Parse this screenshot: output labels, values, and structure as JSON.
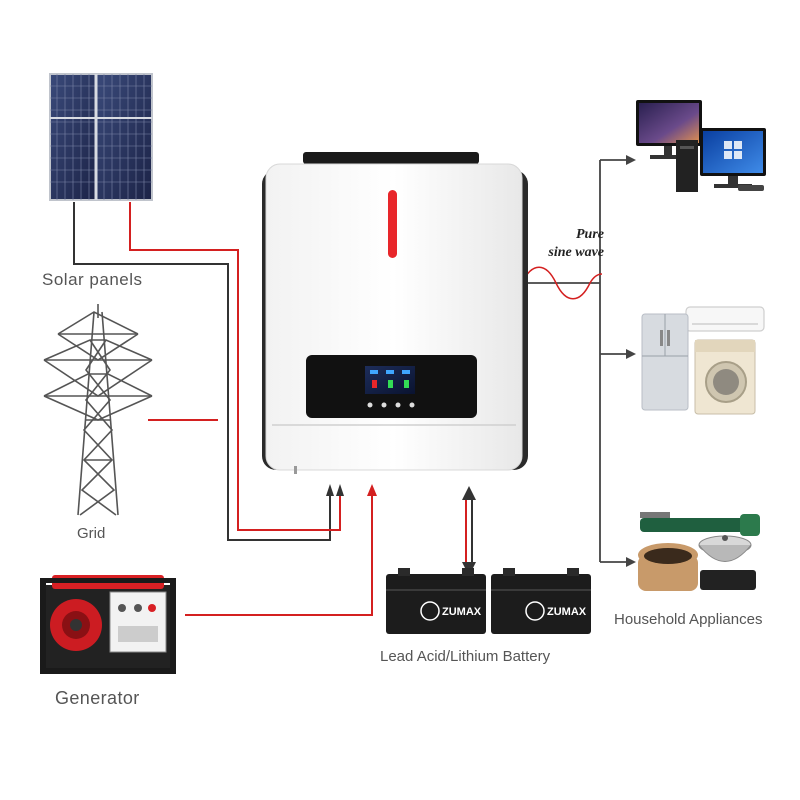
{
  "labels": {
    "solar_panels": "Solar panels",
    "grid": "Grid",
    "generator": "Generator",
    "battery": "Lead Acid/Lithium Battery",
    "household": "Household Appliances"
  },
  "waveform": {
    "line1": "Pure",
    "line2": "sine wave"
  },
  "battery_brand": "ZUMAX",
  "colors": {
    "ac_line": "#d42020",
    "dc_line": "#333333",
    "label": "#555555",
    "inverter_accent": "#e8262a"
  },
  "icons": [
    "solar-panel-icon",
    "transmission-tower-icon",
    "generator-icon",
    "inverter-icon",
    "battery-icon",
    "computer-icon",
    "appliance-icon",
    "kitchen-icon"
  ]
}
